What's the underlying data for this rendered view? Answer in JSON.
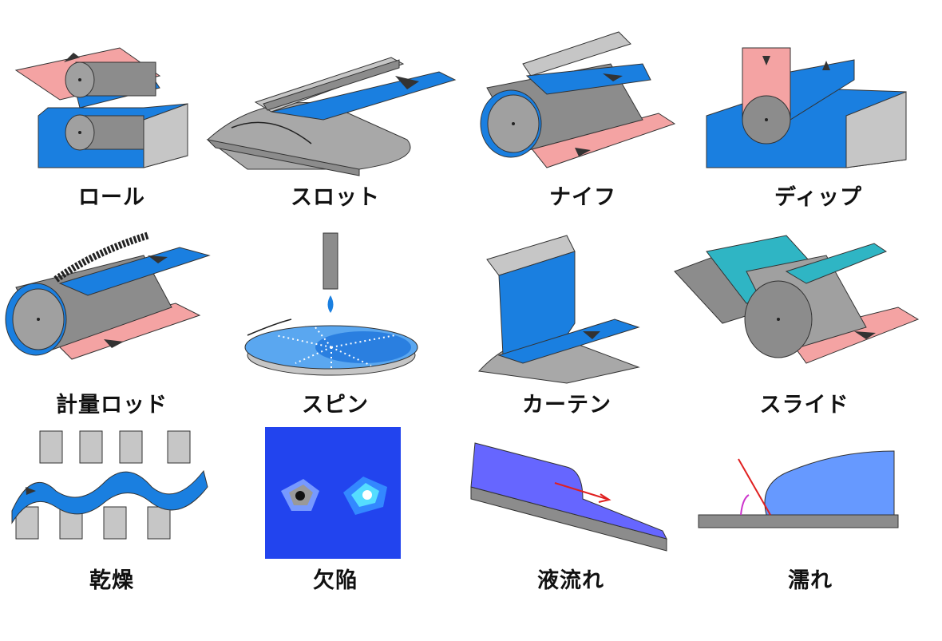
{
  "colors": {
    "blue": "#1a7fe0",
    "pink": "#f4a3a3",
    "gray": "#8c8c8c",
    "light_gray": "#c6c6c6",
    "teal": "#2fb5c4",
    "purple_blue": "#6666ff",
    "light_blue": "#6699ff"
  },
  "panels": [
    {
      "label": "ロール",
      "icon": "roll-coating-icon"
    },
    {
      "label": "スロット",
      "icon": "slot-coating-icon"
    },
    {
      "label": "ナイフ",
      "icon": "knife-coating-icon"
    },
    {
      "label": "ディップ",
      "icon": "dip-coating-icon"
    },
    {
      "label": "計量ロッド",
      "icon": "metering-rod-icon"
    },
    {
      "label": "スピン",
      "icon": "spin-coating-icon"
    },
    {
      "label": "カーテン",
      "icon": "curtain-coating-icon"
    },
    {
      "label": "スライド",
      "icon": "slide-coating-icon"
    },
    {
      "label": "乾燥",
      "icon": "drying-icon"
    },
    {
      "label": "欠陥",
      "icon": "defect-icon"
    },
    {
      "label": "液流れ",
      "icon": "liquid-flow-icon"
    },
    {
      "label": "濡れ",
      "icon": "wetting-icon"
    }
  ]
}
